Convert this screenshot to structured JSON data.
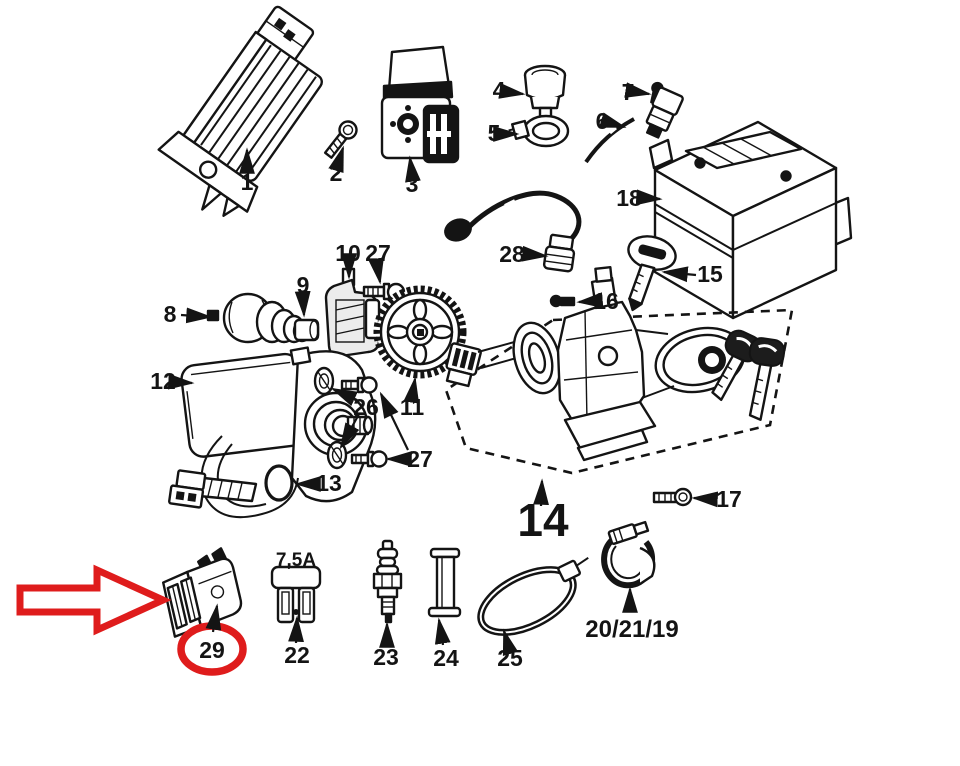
{
  "labels": {
    "p1": "1",
    "p2": "2",
    "p3": "3",
    "p4": "4",
    "p5": "5",
    "p6": "6",
    "p7": "7",
    "p8": "8",
    "p9": "9",
    "p10": "10",
    "p11": "11",
    "p12": "12",
    "p13": "13",
    "p14": "14",
    "p15": "15",
    "p16": "16",
    "p17": "17",
    "p18": "18",
    "p20_21_19": "20/21/19",
    "p22": "22",
    "p22_rating": "7,5A",
    "p23": "23",
    "p24": "24",
    "p25": "25",
    "p26": "26",
    "p27_top": "27",
    "p27_mid": "27",
    "p28": "28",
    "p29": "29"
  },
  "highlight": {
    "part": "29",
    "color": "#df1c1c"
  },
  "colors": {
    "ink": "#141414",
    "background": "#ffffff"
  }
}
